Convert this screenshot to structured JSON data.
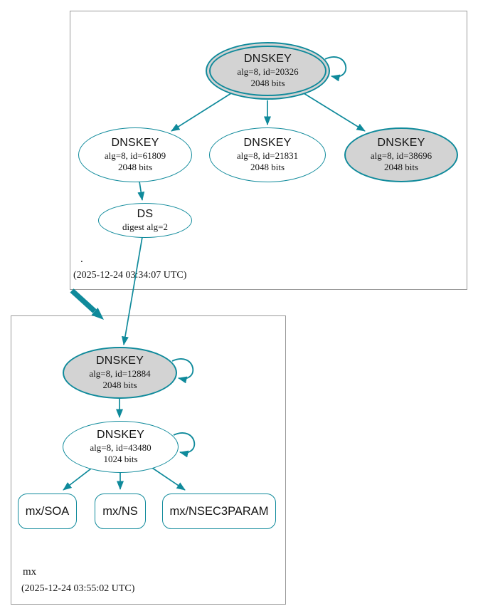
{
  "colors": {
    "edge_secure": "#0f8a9b",
    "node_fill_gray": "#d3d3d3",
    "zone_box_border": "#9a9a9a"
  },
  "root_zone": {
    "label": ".",
    "timestamp": "(2025-12-24 03:34:07 UTC)",
    "ksk": {
      "title": "DNSKEY",
      "id_line": "alg=8, id=20326",
      "bits_line": "2048 bits"
    },
    "zsk_left": {
      "title": "DNSKEY",
      "id_line": "alg=8, id=61809",
      "bits_line": "2048 bits"
    },
    "zsk_mid": {
      "title": "DNSKEY",
      "id_line": "alg=8, id=21831",
      "bits_line": "2048 bits"
    },
    "key_right": {
      "title": "DNSKEY",
      "id_line": "alg=8, id=38696",
      "bits_line": "2048 bits"
    },
    "ds": {
      "title": "DS",
      "digest_line": "digest alg=2"
    }
  },
  "mx_zone": {
    "label": "mx",
    "timestamp": "(2025-12-24 03:55:02 UTC)",
    "ksk": {
      "title": "DNSKEY",
      "id_line": "alg=8, id=12884",
      "bits_line": "2048 bits"
    },
    "zsk": {
      "title": "DNSKEY",
      "id_line": "alg=8, id=43480",
      "bits_line": "1024 bits"
    },
    "rrsets": {
      "soa": "mx/SOA",
      "ns": "mx/NS",
      "nsec3param": "mx/NSEC3PARAM"
    }
  }
}
